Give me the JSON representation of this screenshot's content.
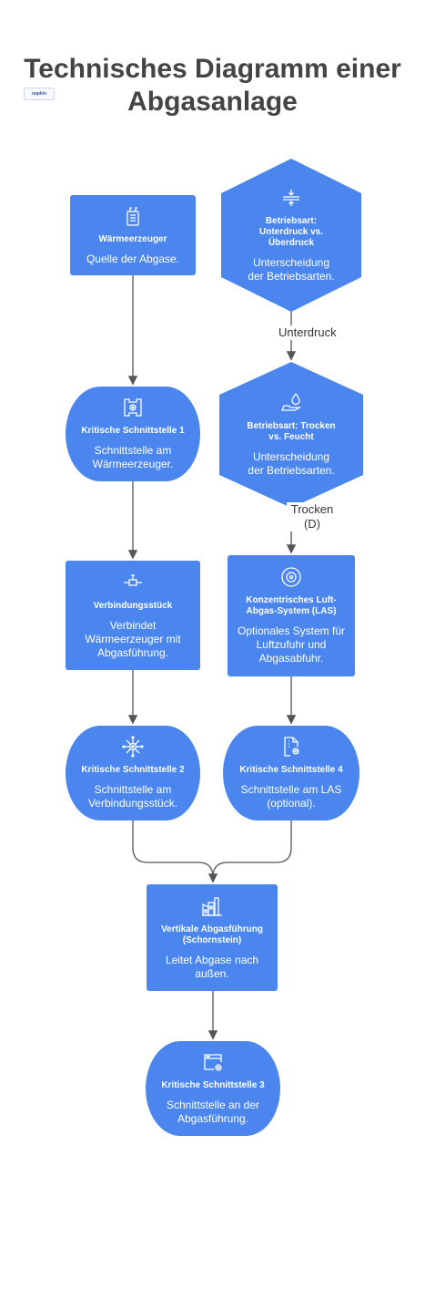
{
  "title": {
    "line1": "Technisches Diagramm einer",
    "line2": "Abgasanlage"
  },
  "logo_text": "napkin",
  "colors": {
    "node": "#4a86ee",
    "text_on_node": "#ffffff",
    "arrow": "#555555",
    "title": "#444444"
  },
  "nodes": {
    "waermeerzeuger": {
      "title": "Wärmeerzeuger",
      "desc": "Quelle der Abgase.",
      "icon": "boiler-icon"
    },
    "betriebsart_druck": {
      "title": "Betriebsart: Unterdruck vs. Überdruck",
      "desc": "Unterscheidung der Betriebsarten.",
      "icon": "compress-icon"
    },
    "schnittstelle1": {
      "title": "Kritische Schnittstelle 1",
      "desc": "Schnittstelle am Wärmeerzeuger.",
      "icon": "interface-icon"
    },
    "betriebsart_feucht": {
      "title": "Betriebsart: Trocken vs. Feucht",
      "desc": "Unterscheidung der Betriebsarten.",
      "icon": "hand-water-drop-icon"
    },
    "verbindungsstueck": {
      "title": "Verbindungsstück",
      "desc": "Verbindet Wärmeerzeuger mit Abgasführung.",
      "icon": "pipe-connector-icon"
    },
    "las": {
      "title": "Konzentrisches Luft-Abgas-System (LAS)",
      "desc": "Optionales System für Luftzufuhr und Abgasabfuhr.",
      "icon": "concentric-circle-icon"
    },
    "schnittstelle2": {
      "title": "Kritische Schnittstelle 2",
      "desc": "Schnittstelle am Verbindungsstück.",
      "icon": "network-gear-icon"
    },
    "schnittstelle4": {
      "title": "Kritische Schnittstelle 4",
      "desc": "Schnittstelle am LAS (optional).",
      "icon": "document-gear-icon"
    },
    "vertikale": {
      "title": "Vertikale Abgasführung (Schornstein)",
      "desc": "Leitet Abgase nach außen.",
      "icon": "factory-chimney-icon"
    },
    "schnittstelle3": {
      "title": "Kritische Schnittstelle 3",
      "desc": "Schnittstelle an der Abgasführung.",
      "icon": "browser-gear-icon"
    }
  },
  "edge_labels": {
    "unterdruck": "Unterdruck",
    "trocken": "Trocken (D)"
  }
}
